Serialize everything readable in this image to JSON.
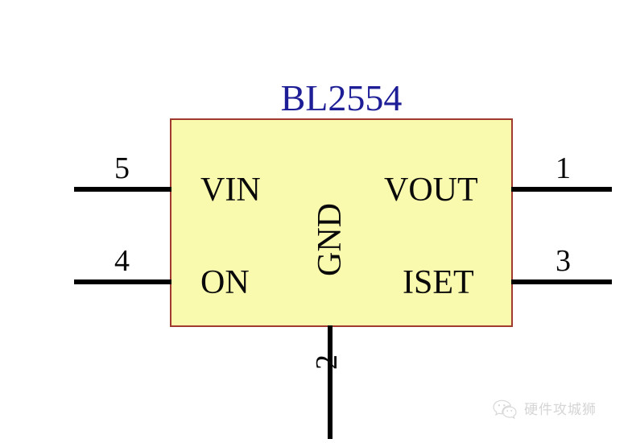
{
  "diagram": {
    "title": "BL2554",
    "component_type": "ic-schematic-symbol",
    "colors": {
      "body_fill": "#fafaaf",
      "body_border": "#a0392e",
      "title_text": "#1e1e96",
      "label_text": "#0a0a0a",
      "wire": "#000000",
      "watermark_text": "#b7b7b7"
    },
    "pins": [
      {
        "number": "5",
        "label": "VIN",
        "side": "left"
      },
      {
        "number": "4",
        "label": "ON",
        "side": "left"
      },
      {
        "number": "1",
        "label": "VOUT",
        "side": "right"
      },
      {
        "number": "3",
        "label": "ISET",
        "side": "right"
      },
      {
        "number": "2",
        "label": "GND",
        "side": "bottom"
      }
    ]
  },
  "watermark": {
    "icon": "wechat-icon",
    "text": "硬件攻城狮"
  }
}
